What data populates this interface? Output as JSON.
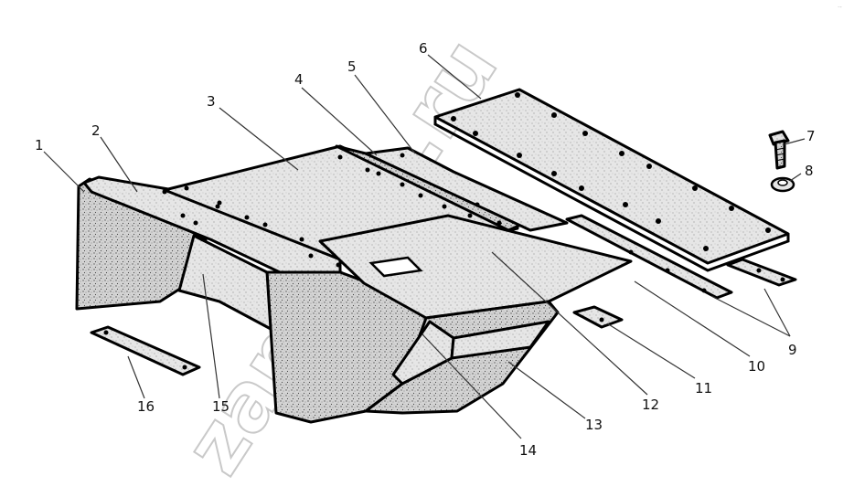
{
  "watermark": "zap-ram.ru",
  "corner_mark": "·-",
  "callouts": [
    {
      "label": "1"
    },
    {
      "label": "2"
    },
    {
      "label": "3"
    },
    {
      "label": "4"
    },
    {
      "label": "5"
    },
    {
      "label": "6"
    },
    {
      "label": "7"
    },
    {
      "label": "8"
    },
    {
      "label": "9"
    },
    {
      "label": "10"
    },
    {
      "label": "11"
    },
    {
      "label": "12"
    },
    {
      "label": "13"
    },
    {
      "label": "14"
    },
    {
      "label": "15"
    },
    {
      "label": "16"
    }
  ]
}
